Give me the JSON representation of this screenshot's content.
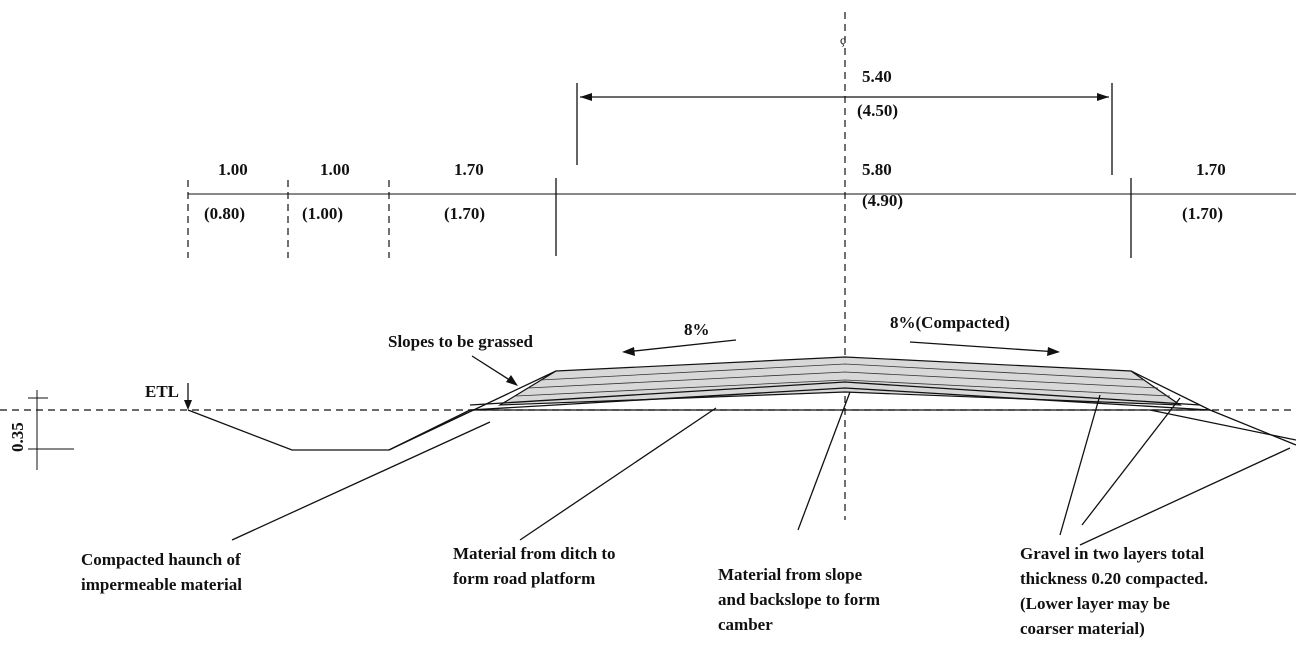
{
  "centerline_mark": "ç",
  "dims_top": {
    "carriageway_value": "5.40",
    "carriageway_alt": "(4.50)"
  },
  "dims_row": [
    {
      "value": "1.00",
      "alt": "(0.80)"
    },
    {
      "value": "1.00",
      "alt": "(1.00)"
    },
    {
      "value": "1.70",
      "alt": "(1.70)"
    },
    {
      "value": "5.80",
      "alt": "(4.90)"
    },
    {
      "value": "1.70",
      "alt": "(1.70)"
    }
  ],
  "slopes": {
    "left": "8%",
    "right": "8%(Compacted)"
  },
  "labels": {
    "etl": "ETL",
    "depth": "0.35",
    "slopes_grassed": "Slopes to be grassed",
    "haunch_line1": "Compacted haunch of",
    "haunch_line2": "impermeable material",
    "ditch_line1": "Material from ditch to",
    "ditch_line2": "form road platform",
    "camber_line1": "Material from slope",
    "camber_line2": "and backslope to form",
    "camber_line3": "camber",
    "gravel_line1": "Gravel in two layers total",
    "gravel_line2": "thickness 0.20 compacted.",
    "gravel_line3": "(Lower layer may be",
    "gravel_line4": "coarser material)"
  }
}
